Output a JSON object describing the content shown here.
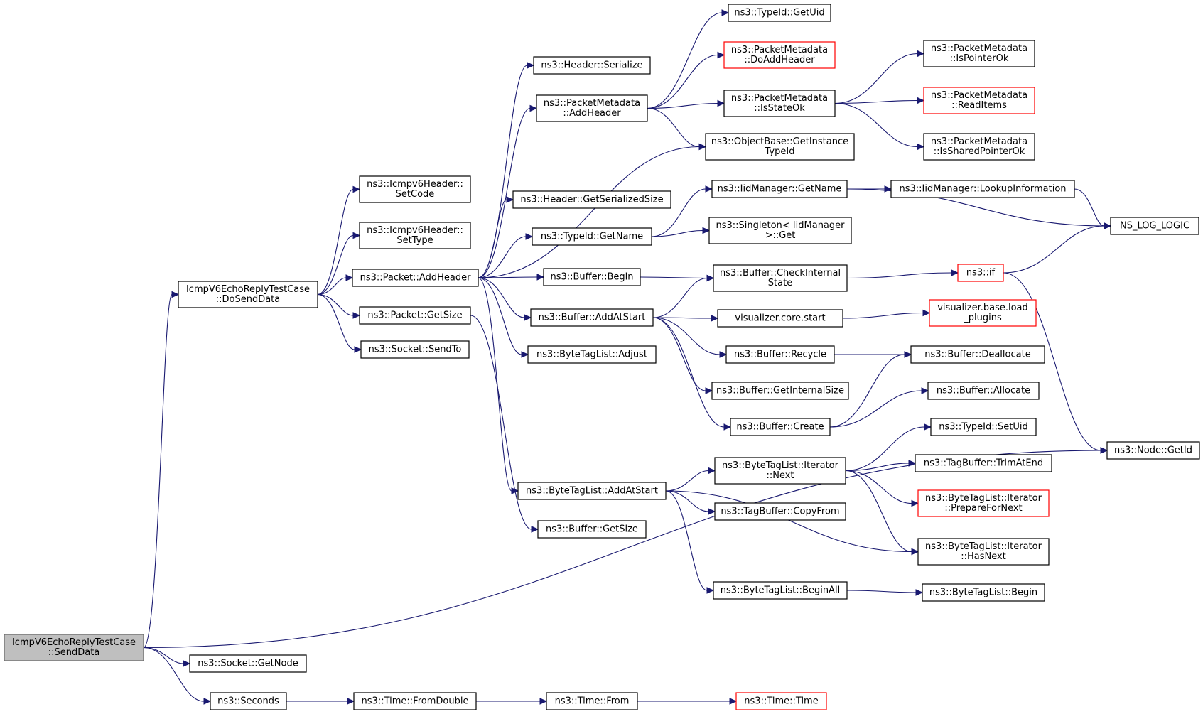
{
  "graph": {
    "root": "sendData",
    "colors": {
      "edge": "#191970",
      "node_border": "#000000",
      "incomplete_border": "#ff0000",
      "root_fill": "#bfbfbf"
    },
    "nodes": [
      {
        "id": "sendData",
        "lines": [
          "IcmpV6EchoReplyTestCase",
          "::SendData"
        ],
        "style": "root"
      },
      {
        "id": "doSendData",
        "lines": [
          "IcmpV6EchoReplyTestCase",
          "::DoSendData"
        ],
        "style": "normal"
      },
      {
        "id": "setCode",
        "lines": [
          "ns3::Icmpv6Header::",
          "SetCode"
        ],
        "style": "normal"
      },
      {
        "id": "setType",
        "lines": [
          "ns3::Icmpv6Header::",
          "SetType"
        ],
        "style": "normal"
      },
      {
        "id": "pktAddHeader",
        "lines": [
          "ns3::Packet::AddHeader"
        ],
        "style": "normal"
      },
      {
        "id": "pktGetSize",
        "lines": [
          "ns3::Packet::GetSize"
        ],
        "style": "normal"
      },
      {
        "id": "sockSendTo",
        "lines": [
          "ns3::Socket::SendTo"
        ],
        "style": "normal"
      },
      {
        "id": "sockGetNode",
        "lines": [
          "ns3::Socket::GetNode"
        ],
        "style": "normal"
      },
      {
        "id": "seconds",
        "lines": [
          "ns3::Seconds"
        ],
        "style": "normal"
      },
      {
        "id": "timeFromDouble",
        "lines": [
          "ns3::Time::FromDouble"
        ],
        "style": "normal"
      },
      {
        "id": "timeFrom",
        "lines": [
          "ns3::Time::From"
        ],
        "style": "normal"
      },
      {
        "id": "timeTime",
        "lines": [
          "ns3::Time::Time"
        ],
        "style": "red"
      },
      {
        "id": "hdrSerialize",
        "lines": [
          "ns3::Header::Serialize"
        ],
        "style": "normal"
      },
      {
        "id": "pmAddHeader",
        "lines": [
          "ns3::PacketMetadata",
          "::AddHeader"
        ],
        "style": "normal"
      },
      {
        "id": "hdrGetSerSize",
        "lines": [
          "ns3::Header::GetSerializedSize"
        ],
        "style": "normal"
      },
      {
        "id": "typeIdGetName",
        "lines": [
          "ns3::TypeId::GetName"
        ],
        "style": "normal"
      },
      {
        "id": "bufBegin",
        "lines": [
          "ns3::Buffer::Begin"
        ],
        "style": "normal"
      },
      {
        "id": "bufAddAtStart",
        "lines": [
          "ns3::Buffer::AddAtStart"
        ],
        "style": "normal"
      },
      {
        "id": "btlAdjust",
        "lines": [
          "ns3::ByteTagList::Adjust"
        ],
        "style": "normal"
      },
      {
        "id": "btlAddAtStart",
        "lines": [
          "ns3::ByteTagList::AddAtStart"
        ],
        "style": "normal"
      },
      {
        "id": "bufGetSize",
        "lines": [
          "ns3::Buffer::GetSize"
        ],
        "style": "normal"
      },
      {
        "id": "typeIdGetUid",
        "lines": [
          "ns3::TypeId::GetUid"
        ],
        "style": "normal"
      },
      {
        "id": "pmDoAddHeader",
        "lines": [
          "ns3::PacketMetadata",
          "::DoAddHeader"
        ],
        "style": "red"
      },
      {
        "id": "pmIsStateOk",
        "lines": [
          "ns3::PacketMetadata",
          "::IsStateOk"
        ],
        "style": "normal"
      },
      {
        "id": "obGetInstTypeId",
        "lines": [
          "ns3::ObjectBase::GetInstance",
          "TypeId"
        ],
        "style": "normal"
      },
      {
        "id": "iidGetName",
        "lines": [
          "ns3::IidManager::GetName"
        ],
        "style": "normal"
      },
      {
        "id": "singletonGet",
        "lines": [
          "ns3::Singleton< IidManager",
          ">::Get"
        ],
        "style": "normal"
      },
      {
        "id": "bufCheckInternal",
        "lines": [
          "ns3::Buffer::CheckInternal",
          "State"
        ],
        "style": "normal"
      },
      {
        "id": "vizCoreStart",
        "lines": [
          "visualizer.core.start"
        ],
        "style": "normal"
      },
      {
        "id": "bufRecycle",
        "lines": [
          "ns3::Buffer::Recycle"
        ],
        "style": "normal"
      },
      {
        "id": "bufGetInternalSize",
        "lines": [
          "ns3::Buffer::GetInternalSize"
        ],
        "style": "normal"
      },
      {
        "id": "bufCreate",
        "lines": [
          "ns3::Buffer::Create"
        ],
        "style": "normal"
      },
      {
        "id": "btlIterNext",
        "lines": [
          "ns3::ByteTagList::Iterator",
          "::Next"
        ],
        "style": "normal"
      },
      {
        "id": "tbCopyFrom",
        "lines": [
          "ns3::TagBuffer::CopyFrom"
        ],
        "style": "normal"
      },
      {
        "id": "btlBeginAll",
        "lines": [
          "ns3::ByteTagList::BeginAll"
        ],
        "style": "normal"
      },
      {
        "id": "pmIsPointerOk",
        "lines": [
          "ns3::PacketMetadata",
          "::IsPointerOk"
        ],
        "style": "normal"
      },
      {
        "id": "pmReadItems",
        "lines": [
          "ns3::PacketMetadata",
          "::ReadItems"
        ],
        "style": "red"
      },
      {
        "id": "pmIsSharedPointerOk",
        "lines": [
          "ns3::PacketMetadata",
          "::IsSharedPointerOk"
        ],
        "style": "normal"
      },
      {
        "id": "iidLookupInfo",
        "lines": [
          "ns3::IidManager::LookupInformation"
        ],
        "style": "normal"
      },
      {
        "id": "ns3if",
        "lines": [
          "ns3::if"
        ],
        "style": "red"
      },
      {
        "id": "vizLoadPlugins",
        "lines": [
          "visualizer.base.load",
          "_plugins"
        ],
        "style": "red"
      },
      {
        "id": "bufDeallocate",
        "lines": [
          "ns3::Buffer::Deallocate"
        ],
        "style": "normal"
      },
      {
        "id": "bufAllocate",
        "lines": [
          "ns3::Buffer::Allocate"
        ],
        "style": "normal"
      },
      {
        "id": "typeIdSetUid",
        "lines": [
          "ns3::TypeId::SetUid"
        ],
        "style": "normal"
      },
      {
        "id": "tbTrimAtEnd",
        "lines": [
          "ns3::TagBuffer::TrimAtEnd"
        ],
        "style": "normal"
      },
      {
        "id": "btlIterPrepare",
        "lines": [
          "ns3::ByteTagList::Iterator",
          "::PrepareForNext"
        ],
        "style": "red"
      },
      {
        "id": "btlIterHasNext",
        "lines": [
          "ns3::ByteTagList::Iterator",
          "::HasNext"
        ],
        "style": "normal"
      },
      {
        "id": "btlBegin",
        "lines": [
          "ns3::ByteTagList::Begin"
        ],
        "style": "normal"
      },
      {
        "id": "nsLogLogic",
        "lines": [
          "NS_LOG_LOGIC"
        ],
        "style": "normal"
      },
      {
        "id": "nodeGetId",
        "lines": [
          "ns3::Node::GetId"
        ],
        "style": "normal"
      }
    ],
    "edges": [
      [
        "sendData",
        "doSendData"
      ],
      [
        "sendData",
        "nodeGetId"
      ],
      [
        "sendData",
        "sockGetNode"
      ],
      [
        "sendData",
        "seconds"
      ],
      [
        "doSendData",
        "setCode"
      ],
      [
        "doSendData",
        "setType"
      ],
      [
        "doSendData",
        "pktAddHeader"
      ],
      [
        "doSendData",
        "pktGetSize"
      ],
      [
        "doSendData",
        "sockSendTo"
      ],
      [
        "seconds",
        "timeFromDouble"
      ],
      [
        "timeFromDouble",
        "timeFrom"
      ],
      [
        "timeFrom",
        "timeTime"
      ],
      [
        "pktAddHeader",
        "hdrSerialize"
      ],
      [
        "pktAddHeader",
        "pmAddHeader"
      ],
      [
        "pktAddHeader",
        "obGetInstTypeId"
      ],
      [
        "pktAddHeader",
        "hdrGetSerSize"
      ],
      [
        "pktAddHeader",
        "typeIdGetName"
      ],
      [
        "pktAddHeader",
        "bufBegin"
      ],
      [
        "pktAddHeader",
        "bufAddAtStart"
      ],
      [
        "pktAddHeader",
        "btlAdjust"
      ],
      [
        "pktAddHeader",
        "btlAddAtStart"
      ],
      [
        "pktGetSize",
        "bufGetSize"
      ],
      [
        "pmAddHeader",
        "typeIdGetUid"
      ],
      [
        "pmAddHeader",
        "pmDoAddHeader"
      ],
      [
        "pmAddHeader",
        "pmIsStateOk"
      ],
      [
        "pmAddHeader",
        "obGetInstTypeId"
      ],
      [
        "pmIsStateOk",
        "pmIsPointerOk"
      ],
      [
        "pmIsStateOk",
        "pmReadItems"
      ],
      [
        "pmIsStateOk",
        "pmIsSharedPointerOk"
      ],
      [
        "typeIdGetName",
        "iidGetName"
      ],
      [
        "typeIdGetName",
        "singletonGet"
      ],
      [
        "iidGetName",
        "iidLookupInfo"
      ],
      [
        "iidGetName",
        "nsLogLogic"
      ],
      [
        "iidLookupInfo",
        "nsLogLogic"
      ],
      [
        "bufBegin",
        "bufCheckInternal"
      ],
      [
        "bufAddAtStart",
        "bufCheckInternal"
      ],
      [
        "bufAddAtStart",
        "vizCoreStart"
      ],
      [
        "bufAddAtStart",
        "bufRecycle"
      ],
      [
        "bufAddAtStart",
        "bufGetInternalSize"
      ],
      [
        "bufAddAtStart",
        "bufCreate"
      ],
      [
        "bufCheckInternal",
        "ns3if"
      ],
      [
        "ns3if",
        "nsLogLogic"
      ],
      [
        "ns3if",
        "nodeGetId"
      ],
      [
        "vizCoreStart",
        "vizLoadPlugins"
      ],
      [
        "bufRecycle",
        "bufDeallocate"
      ],
      [
        "bufCreate",
        "bufDeallocate"
      ],
      [
        "bufCreate",
        "bufAllocate"
      ],
      [
        "btlAddAtStart",
        "btlIterNext"
      ],
      [
        "btlAddAtStart",
        "tbCopyFrom"
      ],
      [
        "btlAddAtStart",
        "btlIterHasNext"
      ],
      [
        "btlAddAtStart",
        "btlBeginAll"
      ],
      [
        "btlIterNext",
        "typeIdSetUid"
      ],
      [
        "btlIterNext",
        "tbTrimAtEnd"
      ],
      [
        "btlIterNext",
        "btlIterPrepare"
      ],
      [
        "btlIterNext",
        "btlIterHasNext"
      ],
      [
        "btlBeginAll",
        "btlBegin"
      ]
    ]
  }
}
